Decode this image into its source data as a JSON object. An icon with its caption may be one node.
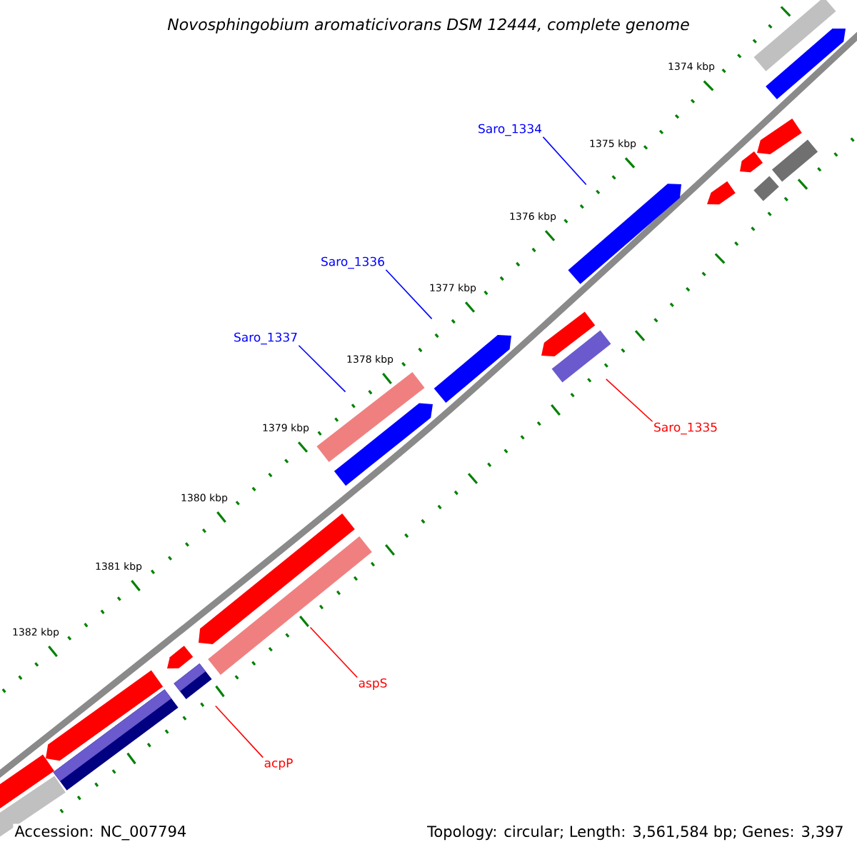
{
  "diagram": {
    "title": "Novosphingobium aromaticivorans DSM 12444, complete genome",
    "nodes": [
      {
        "text": [
          "Saro_1334"
        ]
      },
      {
        "text": [
          "Saro_1336"
        ]
      },
      {
        "text": [
          "Saro_1337"
        ]
      },
      {
        "text": [
          "Saro_1335"
        ]
      },
      {
        "text": [
          "aspS"
        ]
      },
      {
        "text": [
          "acpP"
        ]
      },
      {
        "text": [],
        "shape": "bar"
      },
      {
        "text": [],
        "shape": "arrow"
      },
      {
        "text": [],
        "shape": "arrow"
      },
      {
        "text": [],
        "shape": "bar"
      },
      {
        "text": [],
        "shape": "arrow"
      },
      {
        "text": [],
        "shape": "arrow"
      },
      {
        "text": [],
        "shape": "bar"
      },
      {
        "text": [],
        "shape": "arrow"
      },
      {
        "text": [],
        "shape": "arrow"
      },
      {
        "text": [],
        "shape": "arrow"
      },
      {
        "text": [],
        "shape": "bar"
      },
      {
        "text": [],
        "shape": "bar"
      },
      {
        "text": [],
        "shape": "arrow"
      },
      {
        "text": [],
        "shape": "arrow"
      },
      {
        "text": [],
        "shape": "bar"
      },
      {
        "text": [],
        "shape": "arrow"
      },
      {
        "text": [],
        "shape": "bar"
      },
      {
        "text": [],
        "shape": "arrow"
      },
      {
        "text": [],
        "shape": "bar"
      },
      {
        "text": [],
        "shape": "bar"
      },
      {
        "text": [],
        "shape": "bar"
      }
    ],
    "edges": [
      {
        "from": 0,
        "to": 11,
        "arrow": "none",
        "color": "#0000ff"
      },
      {
        "from": 1,
        "to": 14,
        "arrow": "none",
        "color": "#0000ff"
      },
      {
        "from": 2,
        "to": 17,
        "arrow": "none",
        "color": "#0000ff"
      },
      {
        "from": 3,
        "to": 16,
        "arrow": "none",
        "color": "#ff0000"
      },
      {
        "from": 4,
        "to": 20,
        "arrow": "none",
        "color": "#ff0000"
      },
      {
        "from": 5,
        "to": 22,
        "arrow": "none",
        "color": "#ff0000"
      }
    ],
    "labels": [
      "1374 kbp",
      "1375 kbp",
      "1376 kbp",
      "1377 kbp",
      "1378 kbp",
      "1379 kbp",
      "1380 kbp",
      "1381 kbp",
      "1382 kbp",
      "Accession: NC_007794",
      "Topology: circular; Length: 3,561,584 bp; Genes: 3,397"
    ]
  }
}
